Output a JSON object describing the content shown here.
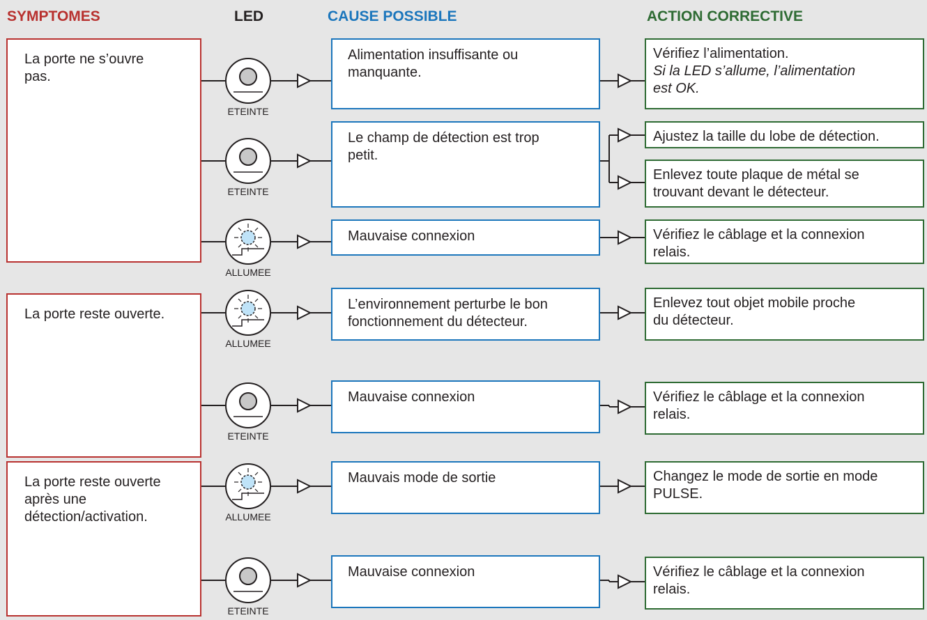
{
  "headers": {
    "symptomes": "SYMPTOMES",
    "led": "LED",
    "cause": "CAUSE POSSIBLE",
    "action": "ACTION CORRECTIVE"
  },
  "colors": {
    "symptom_border": "#b8312f",
    "cause_border": "#1b76bc",
    "action_border": "#2e6b33",
    "background": "#e6e6e6",
    "led_on": "#bfe3f8"
  },
  "led_states": {
    "off_label": "ETEINTE",
    "on_label": "ALLUMEE"
  },
  "symptoms": [
    {
      "lines": [
        "La porte ne s’ouvre",
        "pas."
      ]
    },
    {
      "lines": [
        "La porte reste ouverte."
      ]
    },
    {
      "lines": [
        "La porte reste ouverte",
        "après une",
        "détection/activation."
      ]
    }
  ],
  "rows": [
    {
      "led": "off",
      "led_label": "ETEINTE",
      "led_icon": "led-off-icon"
    },
    {
      "led": "off",
      "led_label": "ETEINTE",
      "led_icon": "led-off-icon"
    },
    {
      "led": "on",
      "led_label": "ALLUMEE",
      "led_icon": "led-on-icon"
    },
    {
      "led": "on",
      "led_label": "ALLUMEE",
      "led_icon": "led-on-icon"
    },
    {
      "led": "off",
      "led_label": "ETEINTE",
      "led_icon": "led-off-icon"
    },
    {
      "led": "on",
      "led_label": "ALLUMEE",
      "led_icon": "led-on-icon"
    },
    {
      "led": "off",
      "led_label": "ETEINTE",
      "led_icon": "led-off-icon"
    }
  ],
  "causes": [
    {
      "lines": [
        "Alimentation insuffisante ou",
        "manquante."
      ]
    },
    {
      "lines": [
        "Le champ de détection est trop",
        "petit."
      ]
    },
    {
      "lines": [
        "Mauvaise connexion"
      ]
    },
    {
      "lines": [
        "L’environnement perturbe le bon",
        "fonctionnement du détecteur."
      ]
    },
    {
      "lines": [
        "Mauvaise connexion"
      ]
    },
    {
      "lines": [
        "Mauvais mode de sortie"
      ]
    },
    {
      "lines": [
        "Mauvaise connexion"
      ]
    }
  ],
  "actions": [
    {
      "lines": [
        "Vérifiez l’alimentation."
      ],
      "italic_lines": [
        "Si la LED s’allume, l’alimentation",
        "est OK."
      ]
    },
    {
      "lines": [
        "Ajustez la taille du lobe de détection."
      ]
    },
    {
      "lines": [
        "Enlevez toute plaque de métal se",
        "trouvant devant le détecteur."
      ]
    },
    {
      "lines": [
        "Vérifiez le câblage et la connexion",
        "relais."
      ]
    },
    {
      "lines": [
        "Enlevez tout objet mobile proche",
        "du détecteur."
      ]
    },
    {
      "lines": [
        "Vérifiez le câblage et la connexion",
        "relais."
      ]
    },
    {
      "lines": [
        "Changez le mode de sortie en mode",
        "PULSE."
      ]
    },
    {
      "lines": [
        "Vérifiez le câblage et la connexion",
        "relais."
      ]
    }
  ]
}
